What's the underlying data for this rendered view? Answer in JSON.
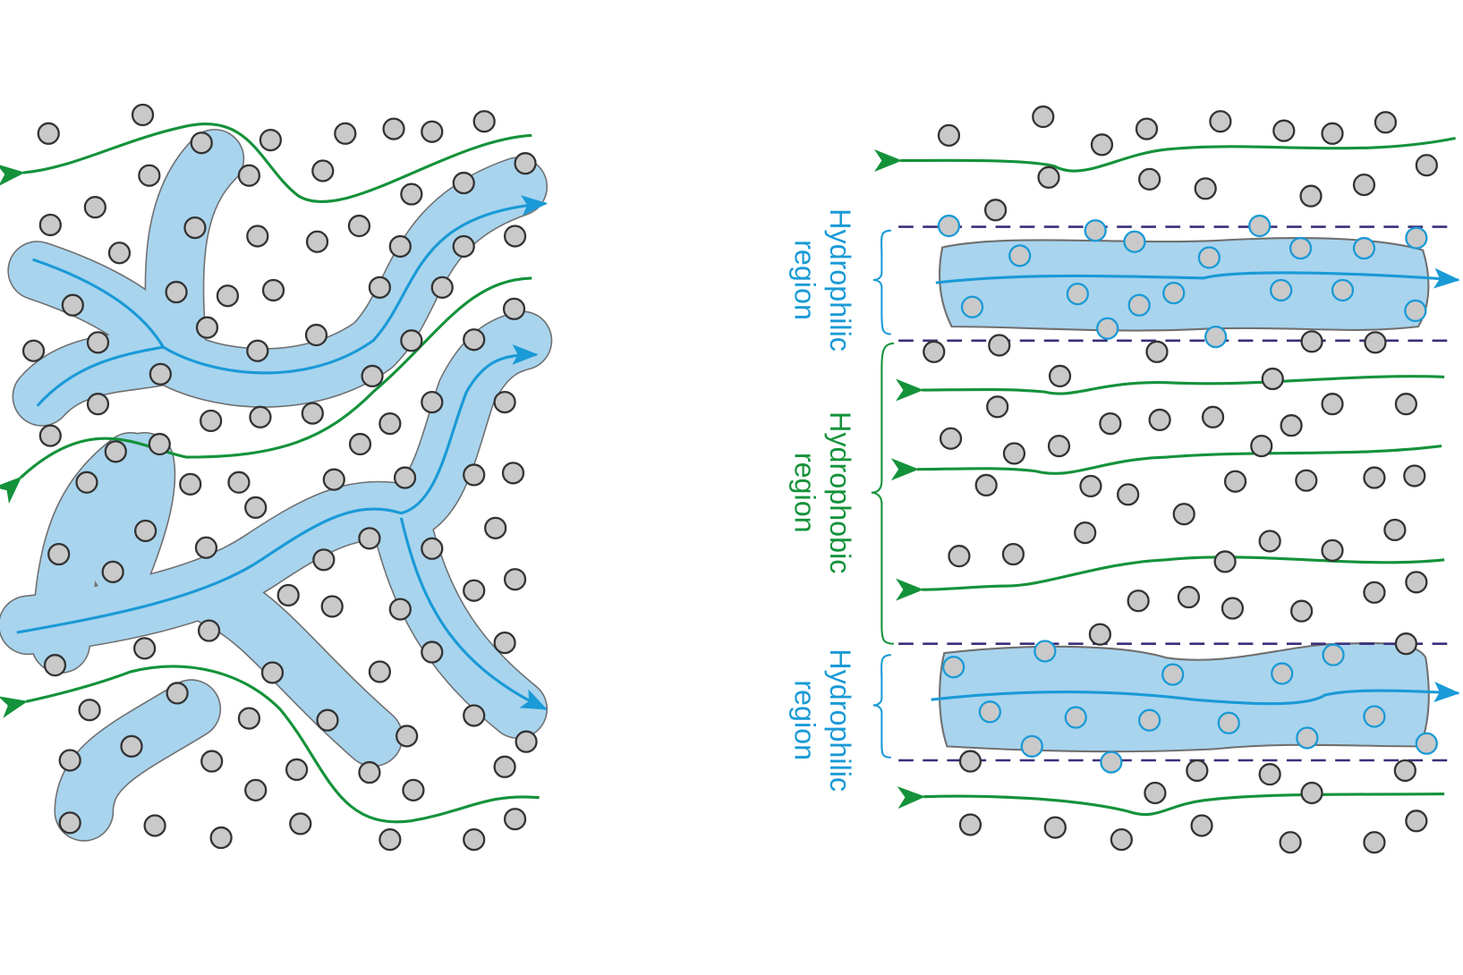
{
  "labels": {
    "top": {
      "line1": "Hydrophilic",
      "line2": "region"
    },
    "middle": {
      "line1": "Hydrophobic",
      "line2": "region"
    },
    "bottom": {
      "line1": "Hydrophilic",
      "line2": "region"
    }
  },
  "colors": {
    "hydrophilic": "#1a9ad6",
    "hydrophobic": "#14923a",
    "channel_fill": "#a8d4ee",
    "particle_fill": "#c9c9c9",
    "boundary_dash": "#3b2f7a"
  }
}
